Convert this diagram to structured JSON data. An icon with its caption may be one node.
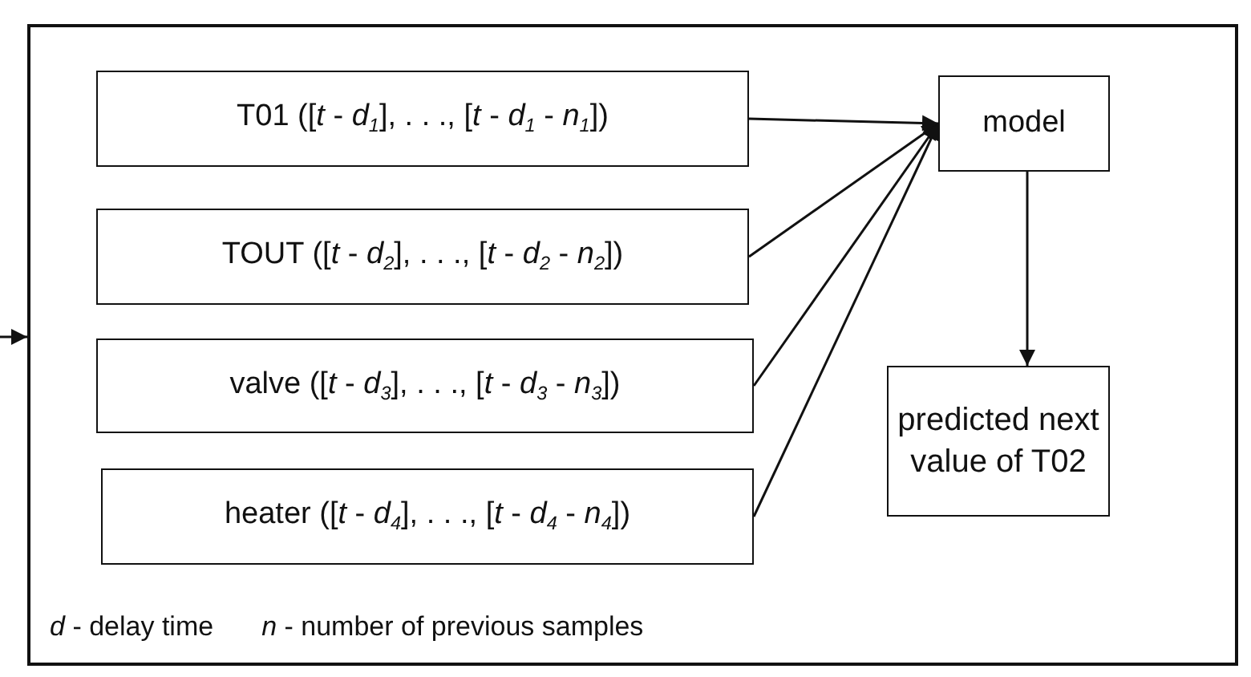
{
  "diagram": {
    "nodes": [
      {
        "text": [
          "*d* - delay time",
          "*n* - number of previous samples"
        ]
      },
      {
        "text": [
          "T01 ([*t* - *d*$_{1}$], . . ., [*t* - *d*$_{1}$ - *n*$_{1}$])"
        ],
        "in": 0
      },
      {
        "text": [
          "TOUT ([*t* - *d*$_{2}$], . . ., [*t* - *d*$_{2}$ - *n*$_{2}$])"
        ],
        "in": 0
      },
      {
        "text": [
          "valve ([*t* - *d*$_{3}$], . . ., [*t* - *d*$_{3}$ - *n*$_{3}$])"
        ],
        "in": 0
      },
      {
        "text": [
          "heater ([*t* - *d*$_{4}$], . . ., [*t* - *d*$_{4}$ - *n*$_{4}$])"
        ],
        "in": 0
      },
      {
        "text": [
          "model"
        ],
        "in": 0
      },
      {
        "text": [
          "predicted next value of T02"
        ],
        "in": 0
      }
    ],
    "edges": [
      {
        "from": null,
        "to": 0,
        "arrow": "to"
      },
      {
        "from": 1,
        "to": 5,
        "arrow": "to"
      },
      {
        "from": 2,
        "to": 5,
        "arrow": "to"
      },
      {
        "from": 3,
        "to": 5,
        "arrow": "to"
      },
      {
        "from": 4,
        "to": 5,
        "arrow": "to"
      },
      {
        "from": 5,
        "to": 6,
        "arrow": "to"
      }
    ]
  }
}
